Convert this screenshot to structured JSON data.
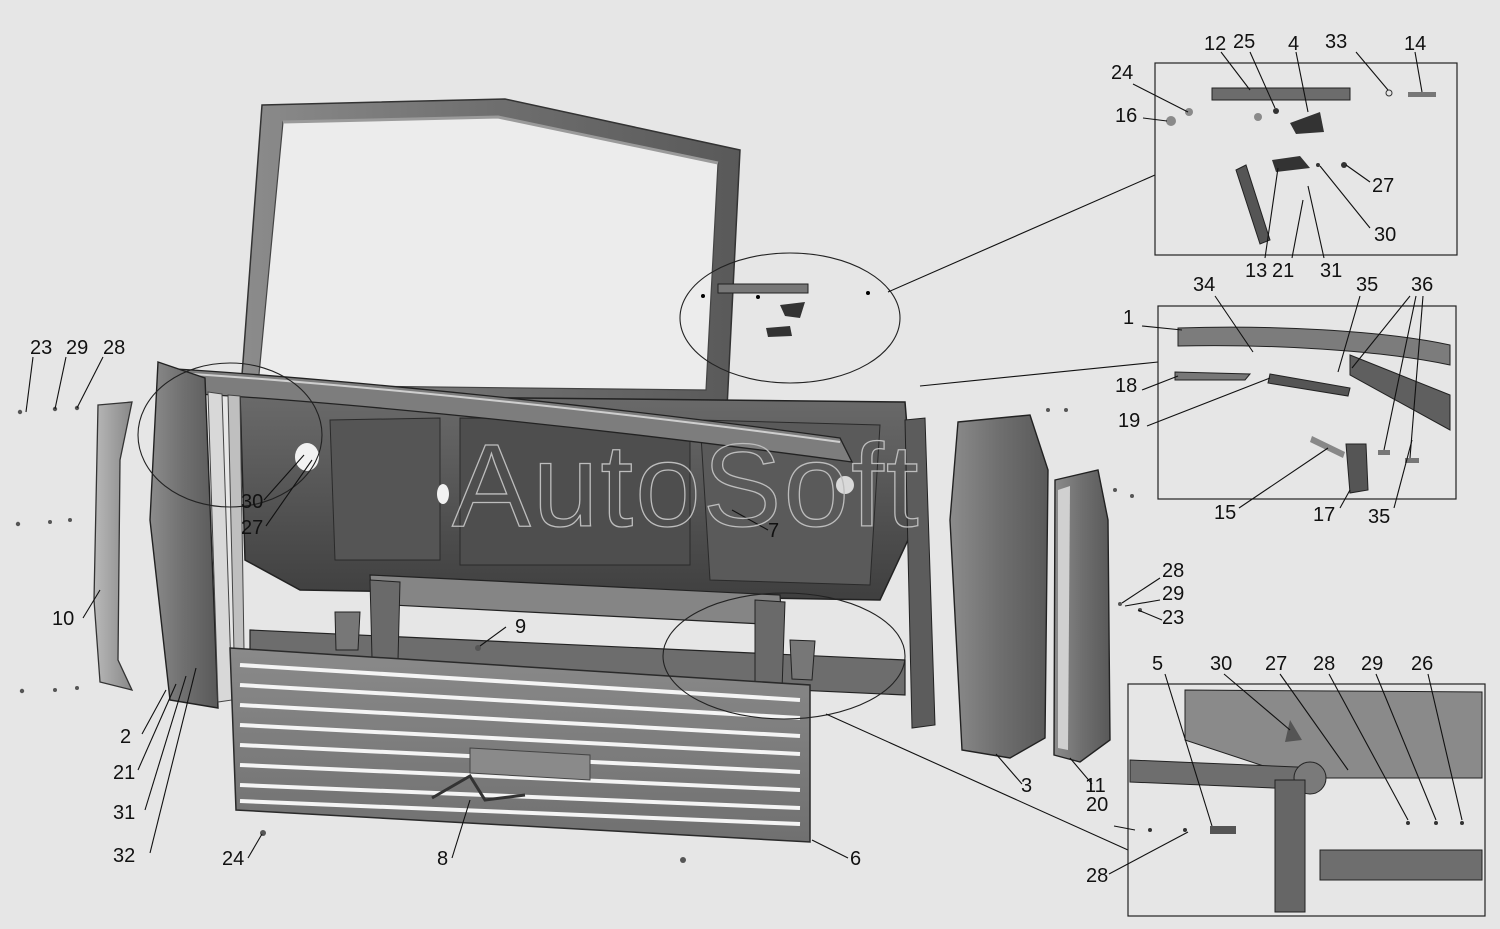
{
  "watermark": "AutoSoft",
  "colors": {
    "background": "#e6e6e6",
    "part_dark": "#4f4f4f",
    "part_mid": "#777777",
    "part_light": "#a6a6a6",
    "line": "#111111"
  },
  "callouts": {
    "main": {
      "c1": "23",
      "c2": "29",
      "c3": "28",
      "c4": "10",
      "c5": "2",
      "c6": "21",
      "c7": "31",
      "c8": "32",
      "c9": "30",
      "c10": "27",
      "c11": "24",
      "c12": "8",
      "c13": "9",
      "c14": "7",
      "c15": "6",
      "c16": "3",
      "c17": "11",
      "c18": "28",
      "c19": "29",
      "c20": "23",
      "c21": "20",
      "c22": "28"
    },
    "inset_hinge": {
      "c1": "12",
      "c2": "25",
      "c3": "4",
      "c4": "33",
      "c5": "14",
      "c6": "24",
      "c7": "16",
      "c8": "27",
      "c9": "30",
      "c10": "13",
      "c11": "21",
      "c12": "31"
    },
    "inset_frame": {
      "c1": "34",
      "c2": "35",
      "c3": "36",
      "c4": "1",
      "c5": "18",
      "c6": "19",
      "c7": "15",
      "c8": "17",
      "c9": "35"
    },
    "inset_mount": {
      "c1": "5",
      "c2": "30",
      "c3": "27",
      "c4": "28",
      "c5": "29",
      "c6": "26"
    }
  }
}
